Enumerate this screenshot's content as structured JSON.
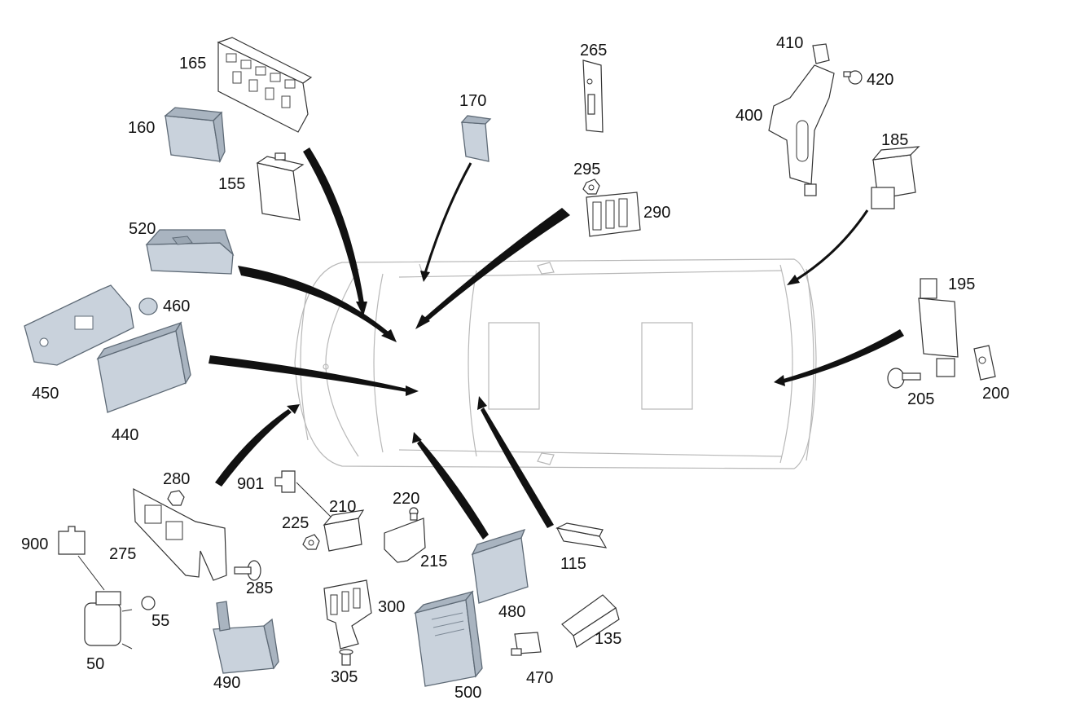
{
  "diagram": {
    "colors": {
      "part_fill": "#c9d2dc",
      "part_stroke": "#5e6a76",
      "car_outline": "#b8b8b8",
      "arrow": "#111111"
    },
    "labels": {
      "p165": "165",
      "p160": "160",
      "p155": "155",
      "p170": "170",
      "p265": "265",
      "p295": "295",
      "p290": "290",
      "p410": "410",
      "p420": "420",
      "p400": "400",
      "p185": "185",
      "p520": "520",
      "p460": "460",
      "p450": "450",
      "p440": "440",
      "p195": "195",
      "p205": "205",
      "p200": "200",
      "p280": "280",
      "p901": "901",
      "p210": "210",
      "p220": "220",
      "p225": "225",
      "p215": "215",
      "p900": "900",
      "p275": "275",
      "p285": "285",
      "p55": "55",
      "p50": "50",
      "p490": "490",
      "p300": "300",
      "p305": "305",
      "p480": "480",
      "p500": "500",
      "p115": "115",
      "p470": "470",
      "p135": "135"
    }
  }
}
